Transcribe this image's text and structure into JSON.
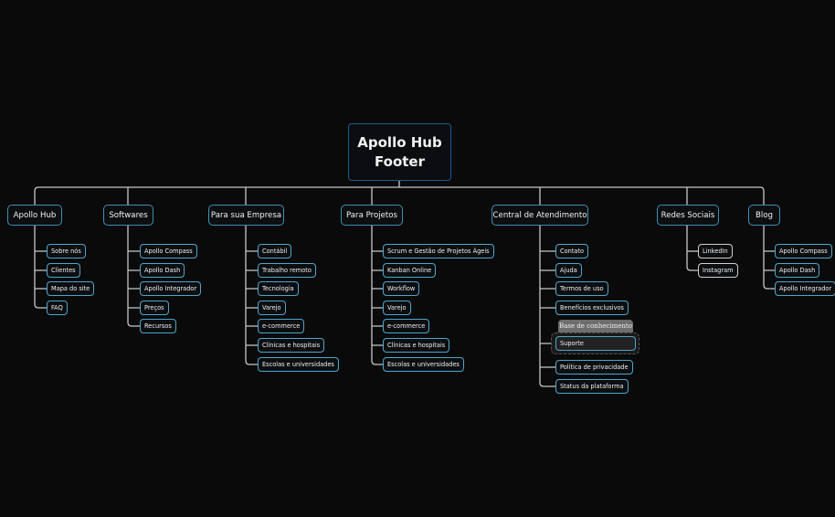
{
  "root": {
    "line1": "Apollo Hub",
    "line2": "Footer"
  },
  "colors": {
    "background": "#0a0a0a",
    "root_border": "#1d5a8c",
    "node_border": "#3f8fb6",
    "child_border": "#4ea6cc",
    "social_child_border": "#cfcfcf",
    "connector": "#c8c8c8",
    "group_label_bg": "#6e6e6e"
  },
  "branches": [
    {
      "label": "Apollo Hub",
      "children": [
        "Sobre nós",
        "Clientes",
        "Mapa do site",
        "FAQ"
      ]
    },
    {
      "label": "Softwares",
      "children": [
        "Apollo Compass",
        "Apollo Dash",
        "Apollo Integrador",
        "Preços",
        "Recursos"
      ]
    },
    {
      "label": "Para sua Empresa",
      "children": [
        "Contábil",
        "Trabalho remoto",
        "Tecnologia",
        "Varejo",
        "e-commerce",
        "Clínicas e hospitais",
        "Escolas e universidades"
      ]
    },
    {
      "label": "Para Projetos",
      "children": [
        "Scrum e Gestão de Projetos Ágeis",
        "Kanban Online",
        "Workflow",
        "Varejo",
        "e-commerce",
        "Clínicas e hospitais",
        "Escolas e universidades"
      ]
    },
    {
      "label": "Central de Atendimento",
      "children": [
        "Contato",
        "Ajuda",
        "Termos de uso",
        "Benefícios exclusivos",
        "Suporte",
        "Política de privacidade",
        "Status da plataforma"
      ],
      "group_label": "Base de conhecimento"
    },
    {
      "label": "Redes Sociais",
      "children": [
        "LinkedIn",
        "Instagram"
      ]
    },
    {
      "label": "Blog",
      "children": [
        "Apollo Compass",
        "Apollo Dash",
        "Apollo Integrador"
      ]
    }
  ]
}
